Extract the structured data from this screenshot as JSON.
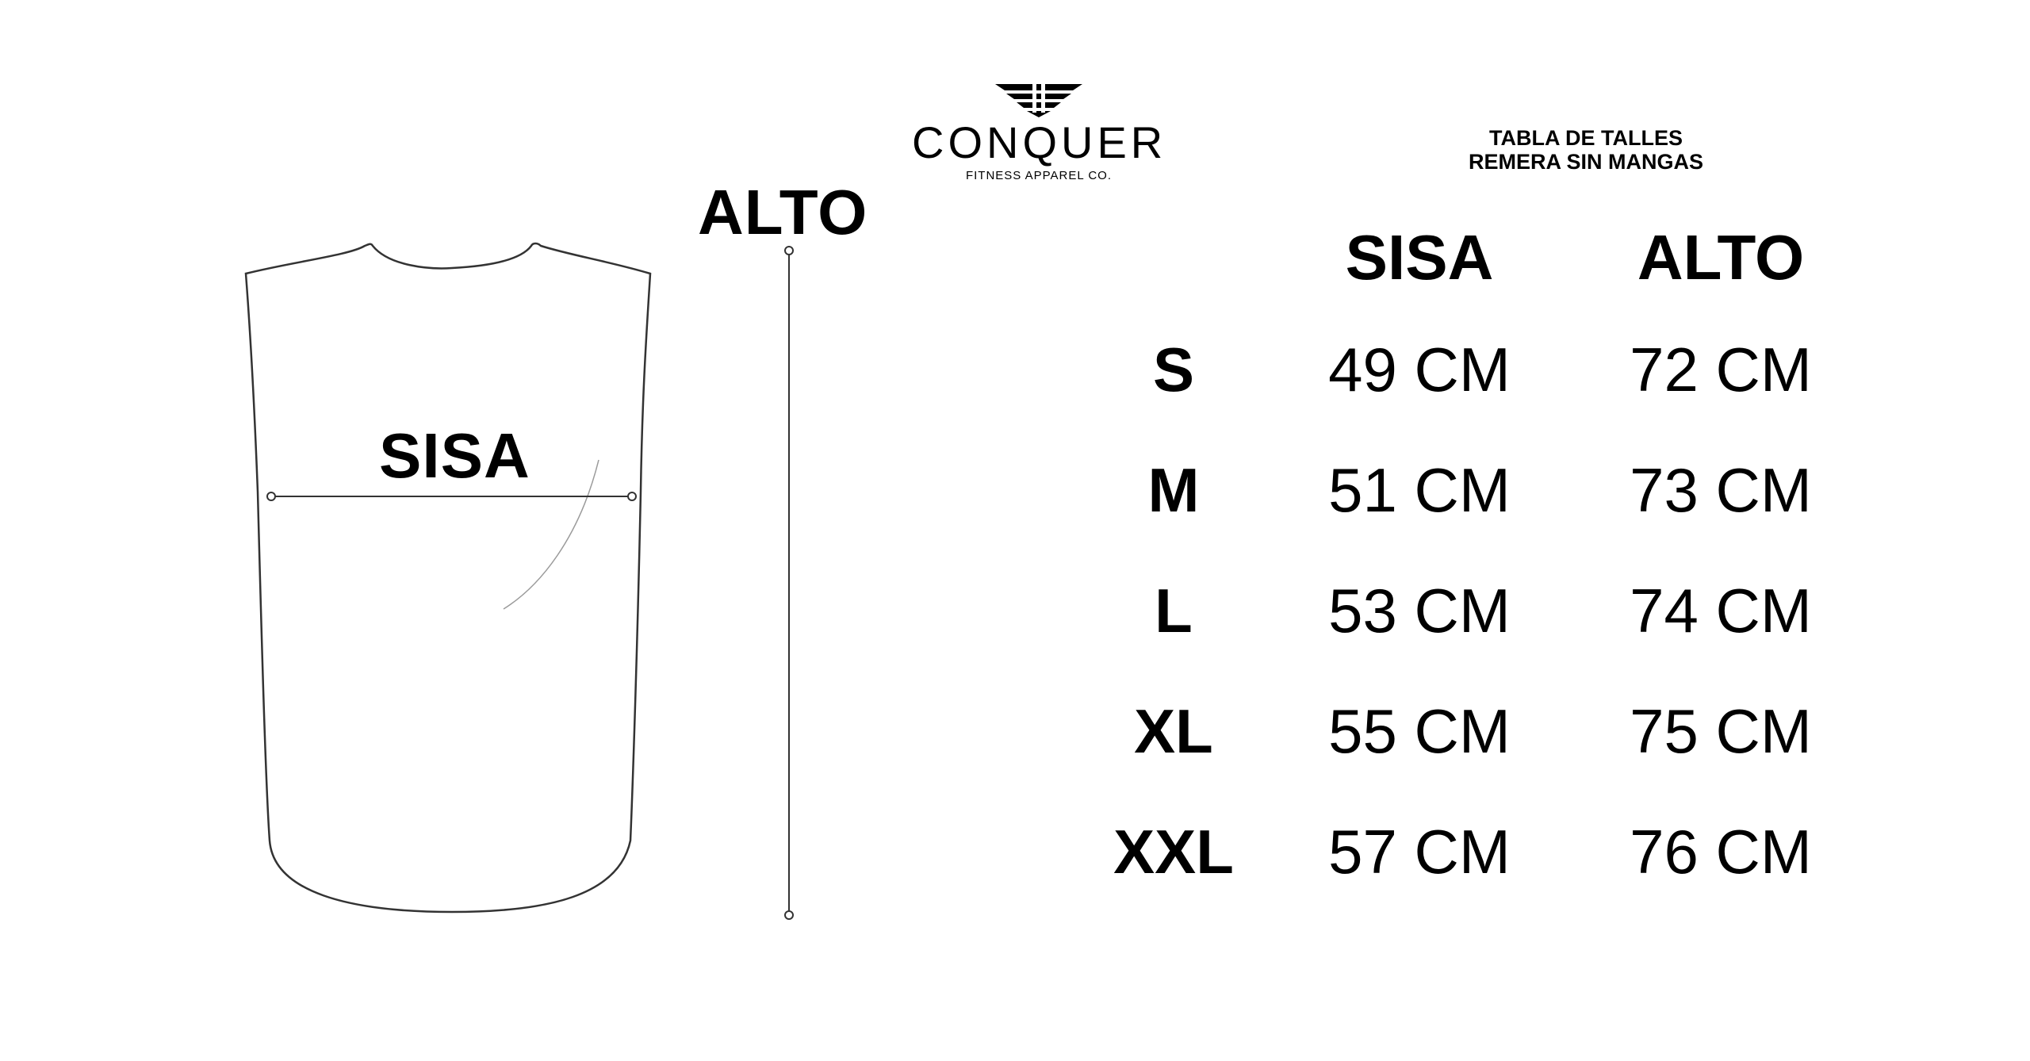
{
  "logo": {
    "name": "CONQUER",
    "subtitle": "FITNESS APPAREL CO.",
    "icon": "winged-chevron-icon"
  },
  "header": {
    "line1": "TABLA DE TALLES",
    "line2": "REMERA SIN MANGAS"
  },
  "diagram": {
    "sisa_label": "SISA",
    "alto_label": "ALTO"
  },
  "table": {
    "headers": {
      "sisa": "SISA",
      "alto": "ALTO"
    },
    "rows": [
      {
        "size": "S",
        "sisa": "49 CM",
        "alto": "72 CM"
      },
      {
        "size": "M",
        "sisa": "51 CM",
        "alto": "73 CM"
      },
      {
        "size": "L",
        "sisa": "53 CM",
        "alto": "74 CM"
      },
      {
        "size": "XL",
        "sisa": "55 CM",
        "alto": "75 CM"
      },
      {
        "size": "XXL",
        "sisa": "57 CM",
        "alto": "76 CM"
      }
    ]
  },
  "colors": {
    "ink": "#000000",
    "outline": "#333333",
    "background": "#ffffff"
  }
}
